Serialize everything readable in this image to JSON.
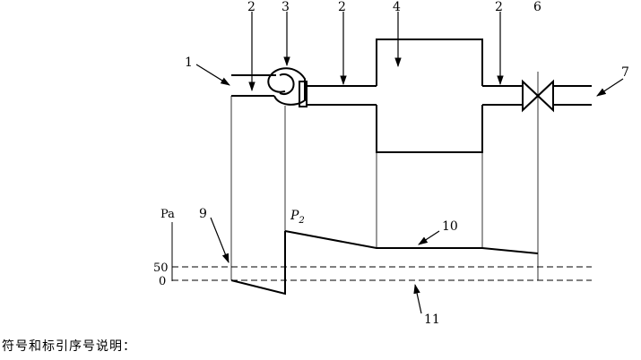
{
  "labels": {
    "l1": "1",
    "l2a": "2",
    "l3": "3",
    "l2b": "2",
    "l4": "4",
    "l2c": "2",
    "l6": "6",
    "l7": "7",
    "l9": "9",
    "l10": "10",
    "l11": "11"
  },
  "axis": {
    "unit": "Pa",
    "tick_50": "50",
    "tick_0": "0",
    "p2_letter": "P",
    "p2_sub": "2"
  },
  "caption": "符号和标引序号说明："
}
